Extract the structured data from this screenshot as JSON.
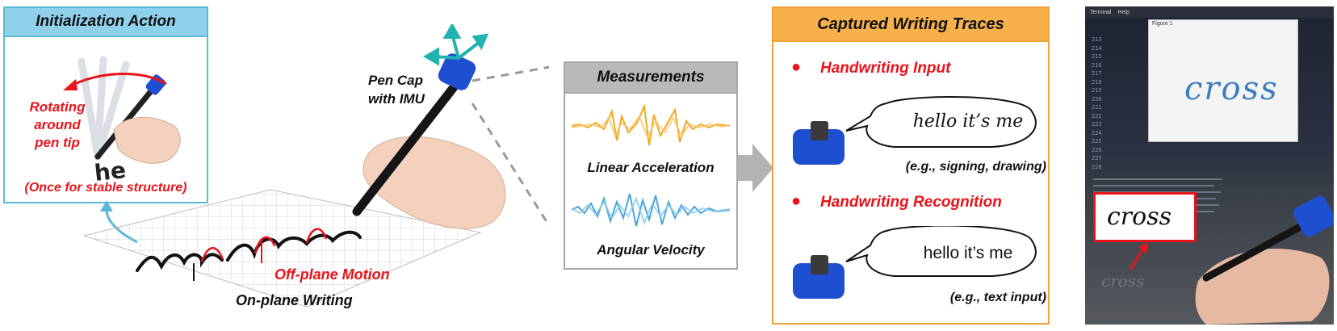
{
  "init": {
    "title": "Initialization Action",
    "rotate_lines": [
      "Rotating",
      "around",
      "pen tip"
    ],
    "once_note": "(Once for stable structure)",
    "writing_word": "he"
  },
  "pen": {
    "label_lines": [
      "Pen Cap",
      "with IMU"
    ]
  },
  "paper": {
    "text": "hello it's me",
    "off_plane_label": "Off-plane Motion",
    "on_plane_label": "On-plane Writing"
  },
  "measurements": {
    "title": "Measurements",
    "acc_label": "Linear Acceleration",
    "vel_label": "Angular Velocity"
  },
  "captured": {
    "title": "Captured Writing Traces",
    "input_title": "Handwriting Input",
    "input_bubble": "hello it’s me",
    "input_example": "(e.g., signing, drawing)",
    "recog_title": "Handwriting Recognition",
    "recog_bubble": "hello it’s me",
    "recog_example": "(e.g., text input)"
  },
  "photo": {
    "screen_word": "cross",
    "card_word": "cross",
    "line_numbers": [
      "213",
      "214",
      "215",
      "216",
      "217",
      "218",
      "219",
      "220",
      "221",
      "222",
      "223",
      "224",
      "225",
      "226",
      "227",
      "228"
    ],
    "tab_labels": [
      "Terminal",
      "Help"
    ],
    "figure_title": "Figure 1"
  },
  "colors": {
    "init_blue": "#8fd0ea",
    "meas_gray": "#b9b9b9",
    "cap_orange": "#f7b04a",
    "accent_red": "#e8141b",
    "pen_blue": "#1f4fd1",
    "arrow_teal": "#22b3b0",
    "acc_orange": "#f2a81e",
    "vel_blue": "#4aa6d8"
  }
}
